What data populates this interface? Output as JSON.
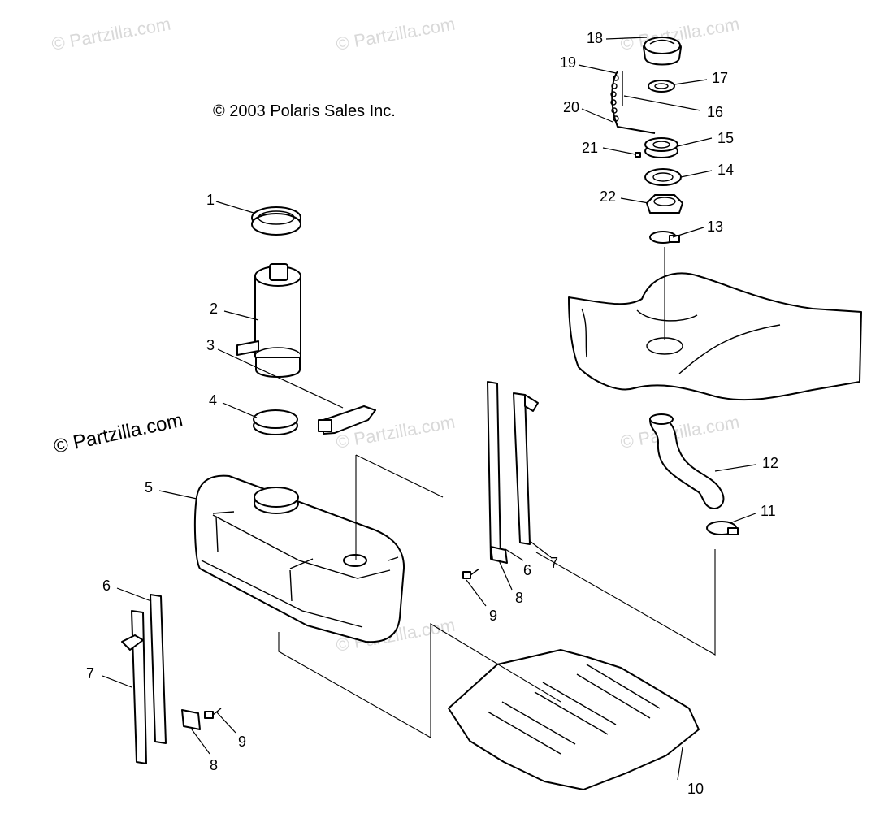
{
  "copyright": "© 2003 Polaris Sales Inc.",
  "watermarks": [
    "© Partzilla.com",
    "© Partzilla.com",
    "© Partzilla.com",
    "© Partzilla.com",
    "© Partzilla.com",
    "© Partzilla.com",
    "© Partzilla.com"
  ],
  "callouts": [
    "1",
    "2",
    "3",
    "4",
    "5",
    "6",
    "7",
    "8",
    "9",
    "10",
    "11",
    "12",
    "13",
    "14",
    "15",
    "16",
    "17",
    "18",
    "19",
    "20",
    "21",
    "22",
    "6",
    "7",
    "8",
    "9"
  ]
}
